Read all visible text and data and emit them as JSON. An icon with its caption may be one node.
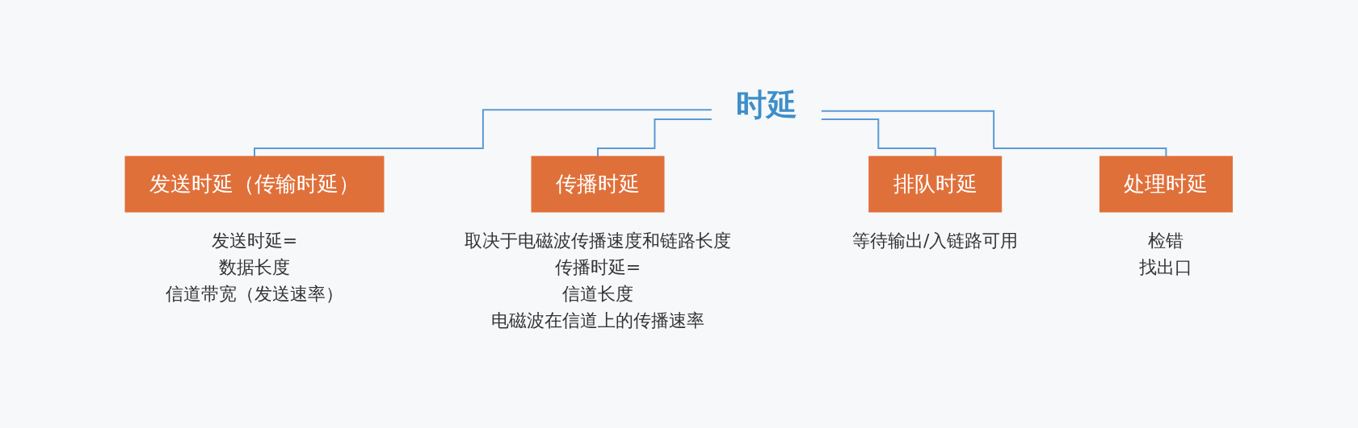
{
  "diagram": {
    "nodes": [
      {
        "text": [
          "时延"
        ]
      },
      {
        "text": [
          "发送时延（传输时延）"
        ],
        "beside": [
          "发送时延=",
          "数据长度",
          "信道带宽（发送速率）"
        ]
      },
      {
        "text": [
          "传播时延"
        ],
        "beside": [
          "取决于电磁波传播速度和链路长度",
          "传播时延=",
          "信道长度",
          "电磁波在信道上的传播速率"
        ]
      },
      {
        "text": [
          "排队时延"
        ],
        "beside": [
          "等待输出/入链路可用"
        ]
      },
      {
        "text": [
          "处理时延"
        ],
        "beside": [
          "检错",
          "找出口"
        ]
      }
    ],
    "edges": [
      {
        "from": 0,
        "to": 1,
        "arrow": "none"
      },
      {
        "from": 0,
        "to": 2,
        "arrow": "none"
      },
      {
        "from": 0,
        "to": 3,
        "arrow": "none"
      },
      {
        "from": 0,
        "to": 4,
        "arrow": "none"
      }
    ]
  }
}
